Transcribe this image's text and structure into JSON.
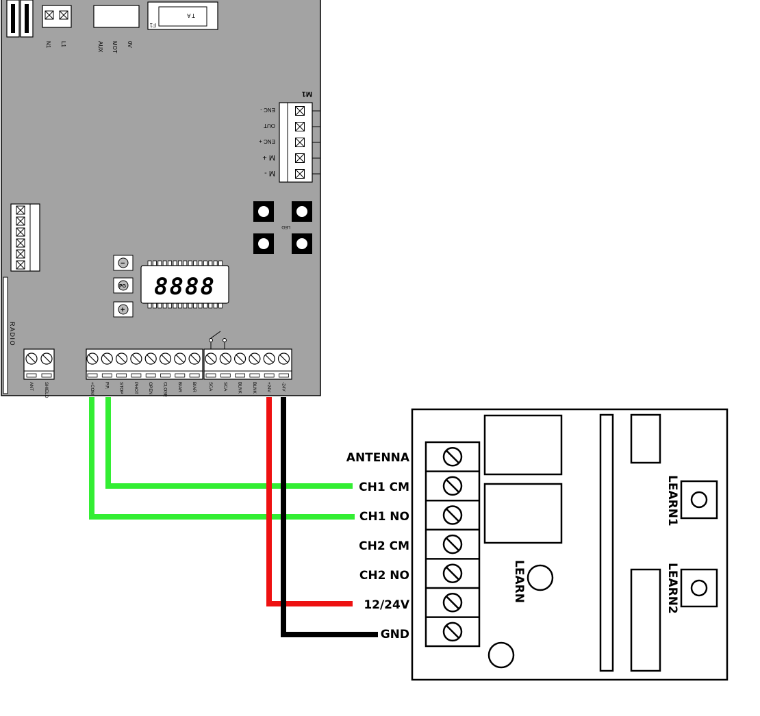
{
  "controller": {
    "top_power_labels": [
      "N1",
      "L1"
    ],
    "top_motor_labels": [
      "AUX",
      "MOT",
      "0V"
    ],
    "fuse_label": "F1",
    "fuse_text": "T A",
    "m1_header": "M1",
    "m1_labels": [
      "ENC -",
      "OUT",
      "ENC +",
      "M +",
      "M -"
    ],
    "led_label": "LED",
    "radio_label": "RADIO",
    "display_text": "8888",
    "btn_minus": "−",
    "btn_pg": "PG",
    "btn_plus": "+",
    "antenna_terms": [
      "ANT",
      "SHIELD"
    ],
    "terms_left": [
      "+COM",
      "P.P.",
      "STOP",
      "PHOT",
      "OPEN",
      "CLOSE",
      "B/AR",
      "B/AR"
    ],
    "terms_right": [
      "SCA",
      "SCA",
      "BLNK",
      "BLNK",
      "+24V",
      "-24V"
    ]
  },
  "receiver": {
    "terminals": [
      "ANTENNA",
      "CH1 CM",
      "CH1 NO",
      "CH2 CM",
      "CH2 NO",
      "12/24V",
      "GND"
    ],
    "learn_label": "LEARN",
    "learn1_label": "LEARN1",
    "learn2_label": "LEARN2"
  },
  "colors": {
    "board_fill": "#a3a3a3",
    "wire_green": "#33ee33",
    "wire_red": "#ee1111",
    "wire_black": "#000000"
  }
}
